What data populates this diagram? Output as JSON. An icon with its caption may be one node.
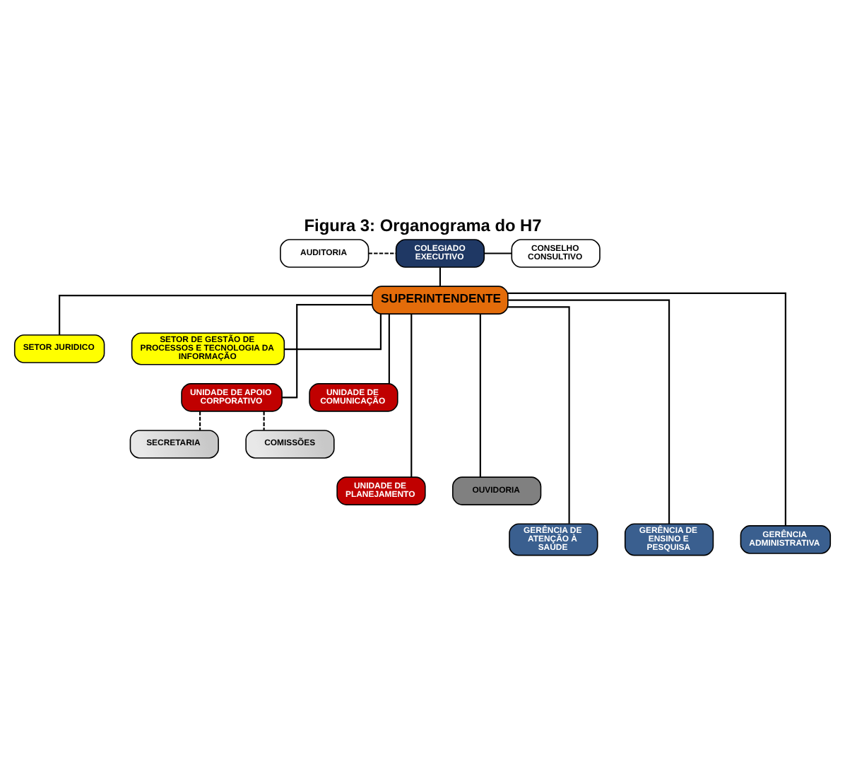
{
  "diagram": {
    "title": "Figura 3: Organograma do H7",
    "nodes": [
      {
        "text": [
          "AUDITORIA"
        ]
      },
      {
        "text": [
          "COLEGIADO EXECUTIVO"
        ]
      },
      {
        "text": [
          "CONSELHO CONSULTIVO"
        ]
      },
      {
        "text": [
          "SUPERINTENDENTE"
        ]
      },
      {
        "text": [
          "SETOR JURIDICO"
        ]
      },
      {
        "text": [
          "SETOR DE GESTÃO DE PROCESSOS E TECNOLOGIA DA INFORMAÇÃO"
        ]
      },
      {
        "text": [
          "UNIDADE DE APOIO CORPORATIVO"
        ]
      },
      {
        "text": [
          "UNIDADE DE COMUNICAÇÃO"
        ]
      },
      {
        "text": [
          "SECRETARIA"
        ]
      },
      {
        "text": [
          "COMISSÕES"
        ]
      },
      {
        "text": [
          "UNIDADE DE PLANEJAMENTO"
        ]
      },
      {
        "text": [
          "OUVIDORIA"
        ]
      },
      {
        "text": [
          "GERÊNCIA DE ATENÇÃO À SAÚDE"
        ]
      },
      {
        "text": [
          "GERÊNCIA DE ENSINO E PESQUISA"
        ]
      },
      {
        "text": [
          "GERÊNCIA ADMINISTRATIVA"
        ]
      }
    ],
    "edges": [
      {
        "from": 0,
        "to": 1,
        "arrow": "none",
        "style": "dashed"
      },
      {
        "from": 1,
        "to": 2,
        "arrow": "none"
      },
      {
        "from": 1,
        "to": 3,
        "arrow": "none"
      },
      {
        "from": 3,
        "to": 4,
        "arrow": "none"
      },
      {
        "from": 3,
        "to": 5,
        "arrow": "none"
      },
      {
        "from": 3,
        "to": 6,
        "arrow": "none"
      },
      {
        "from": 3,
        "to": 7,
        "arrow": "none"
      },
      {
        "from": 6,
        "to": 8,
        "arrow": "none",
        "style": "dashed"
      },
      {
        "from": 6,
        "to": 9,
        "arrow": "none",
        "style": "dashed"
      },
      {
        "from": 3,
        "to": 10,
        "arrow": "none"
      },
      {
        "from": 3,
        "to": 11,
        "arrow": "none"
      },
      {
        "from": 3,
        "to": 12,
        "arrow": "none"
      },
      {
        "from": 3,
        "to": 13,
        "arrow": "none"
      },
      {
        "from": 3,
        "to": 14,
        "arrow": "none"
      }
    ]
  }
}
